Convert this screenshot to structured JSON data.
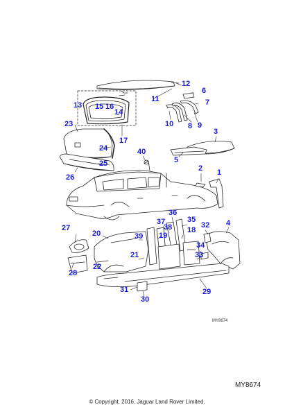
{
  "diagram": {
    "callouts": [
      "1",
      "2",
      "3",
      "4",
      "5",
      "6",
      "7",
      "8",
      "9",
      "10",
      "11",
      "12",
      "13",
      "14",
      "15",
      "16",
      "17",
      "18",
      "19",
      "20",
      "21",
      "22",
      "23",
      "24",
      "25",
      "26",
      "27",
      "28",
      "29",
      "30",
      "31",
      "32",
      "33",
      "34",
      "35",
      "36",
      "37",
      "38",
      "39",
      "40"
    ],
    "small_figure_id": "MY8674",
    "figure_id": "MY8674",
    "copyright": "© Copyright, 2016. Jaguar Land Rover Limited.",
    "accent_color": "#1a1ad4",
    "line_color": "#222222"
  }
}
